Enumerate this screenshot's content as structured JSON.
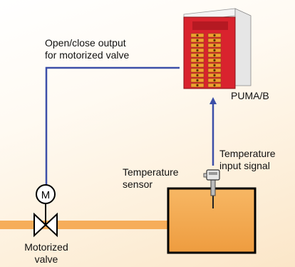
{
  "diagram": {
    "output_label_line1": "Open/close output",
    "output_label_line2": "for motorized valve",
    "controller_label": "PUMA/B",
    "input_label_line1": "Temperature",
    "input_label_line2": "input signal",
    "sensor_label_line1": "Temperature",
    "sensor_label_line2": "sensor",
    "motor_symbol": "M",
    "valve_label_line1": "Motorized",
    "valve_label_line2": "valve"
  },
  "colors": {
    "arrow": "#3c4fa8",
    "pipe": "#f6ad5a",
    "tank_fill": "#f3a84f",
    "controller_red": "#d9232e",
    "terminal_orange": "#f0a030"
  },
  "icons": [
    "motor-icon",
    "valve-icon",
    "temperature-sensor-icon",
    "controller-device-icon"
  ]
}
